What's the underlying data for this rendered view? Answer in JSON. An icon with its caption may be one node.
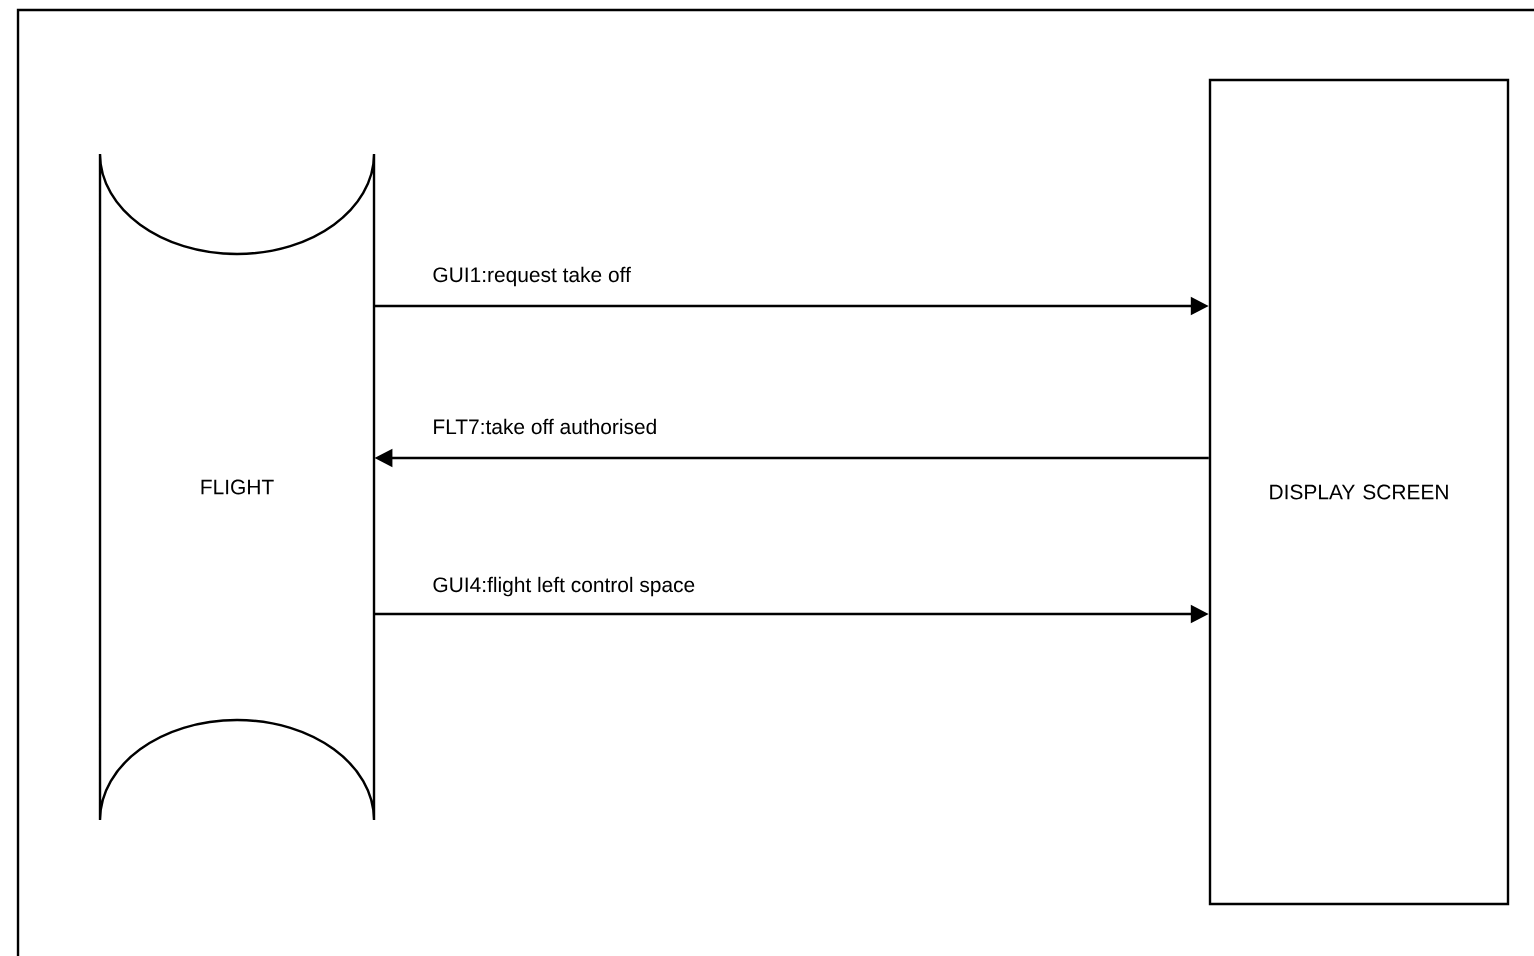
{
  "diagram": {
    "nodes": [
      {
        "text": [
          "FLIGHT"
        ]
      },
      {
        "text": [
          "DISPLAY SCREEN"
        ]
      }
    ],
    "edges": [
      {
        "from": 0,
        "to": 1,
        "arrow": "to",
        "label": "GUI1:request take off"
      },
      {
        "from": 1,
        "to": 0,
        "arrow": "to",
        "label": "FLT7:take off authorised"
      },
      {
        "from": 0,
        "to": 1,
        "arrow": "to",
        "label": "GUI4:flight left control space"
      }
    ]
  }
}
